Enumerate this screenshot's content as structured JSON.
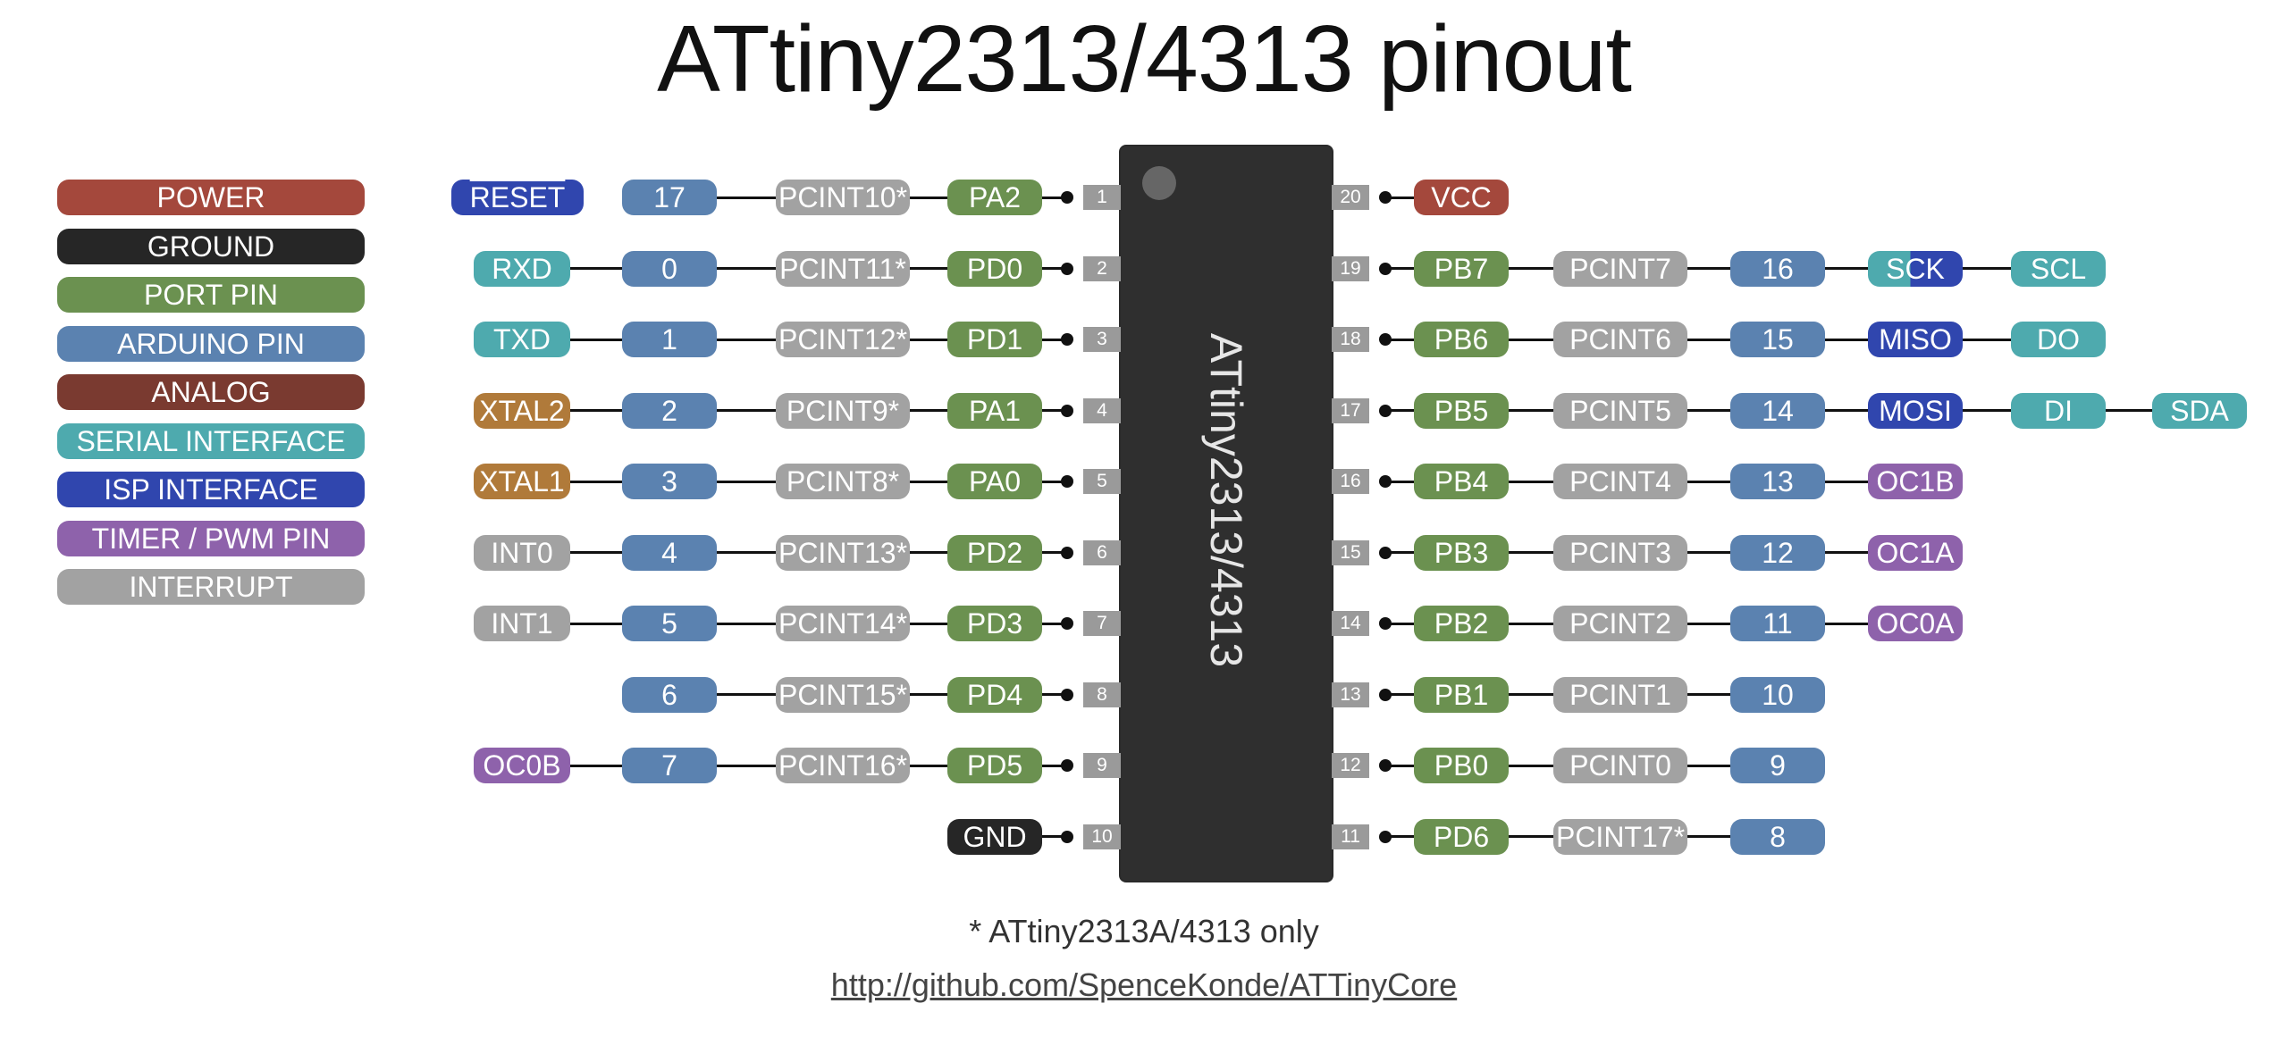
{
  "title": "ATtiny2313/4313 pinout",
  "chip_label": "ATtiny2313/4313",
  "footnote": "* ATtiny2313A/4313 only",
  "link": "http://github.com/SpenceKonde/ATTinyCore",
  "colors": {
    "power": "#a4483c",
    "ground": "#262626",
    "port": "#6b9150",
    "arduino": "#5b82b0",
    "analog": "#7a3a30",
    "serial": "#4eaaae",
    "isp": "#3046ae",
    "timer": "#8e62ab",
    "interrupt": "#a2a2a2",
    "xtal": "#b07a3a"
  },
  "legend": [
    {
      "label": "POWER",
      "color": "power"
    },
    {
      "label": "GROUND",
      "color": "ground"
    },
    {
      "label": "PORT PIN",
      "color": "port"
    },
    {
      "label": "ARDUINO PIN",
      "color": "arduino"
    },
    {
      "label": "ANALOG",
      "color": "analog"
    },
    {
      "label": "SERIAL INTERFACE",
      "color": "serial"
    },
    {
      "label": "ISP INTERFACE",
      "color": "isp"
    },
    {
      "label": "TIMER / PWM PIN",
      "color": "timer"
    },
    {
      "label": "INTERRUPT",
      "color": "interrupt"
    }
  ],
  "left_pins": [
    {
      "pin": "1",
      "port": "PA2",
      "pcint": "PCINT10*",
      "arduino": "17",
      "func": "RESET",
      "func_color": "isp"
    },
    {
      "pin": "2",
      "port": "PD0",
      "pcint": "PCINT11*",
      "arduino": "0",
      "func": "RXD",
      "func_color": "serial"
    },
    {
      "pin": "3",
      "port": "PD1",
      "pcint": "PCINT12*",
      "arduino": "1",
      "func": "TXD",
      "func_color": "serial"
    },
    {
      "pin": "4",
      "port": "PA1",
      "pcint": "PCINT9*",
      "arduino": "2",
      "func": "XTAL2",
      "func_color": "xtal"
    },
    {
      "pin": "5",
      "port": "PA0",
      "pcint": "PCINT8*",
      "arduino": "3",
      "func": "XTAL1",
      "func_color": "xtal"
    },
    {
      "pin": "6",
      "port": "PD2",
      "pcint": "PCINT13*",
      "arduino": "4",
      "func": "INT0",
      "func_color": "interrupt"
    },
    {
      "pin": "7",
      "port": "PD3",
      "pcint": "PCINT14*",
      "arduino": "5",
      "func": "INT1",
      "func_color": "interrupt"
    },
    {
      "pin": "8",
      "port": "PD4",
      "pcint": "PCINT15*",
      "arduino": "6",
      "func": "",
      "func_color": ""
    },
    {
      "pin": "9",
      "port": "PD5",
      "pcint": "PCINT16*",
      "arduino": "7",
      "func": "OC0B",
      "func_color": "timer"
    },
    {
      "pin": "10",
      "port": "GND",
      "port_color": "ground",
      "pcint": "",
      "arduino": "",
      "func": "",
      "func_color": ""
    }
  ],
  "right_pins": [
    {
      "pin": "20",
      "port": "VCC",
      "port_color": "power",
      "pcint": "",
      "arduino": "",
      "extra": []
    },
    {
      "pin": "19",
      "port": "PB7",
      "pcint": "PCINT7",
      "arduino": "16",
      "extra": [
        {
          "label": "SCK",
          "color": "isp",
          "split": "serial"
        },
        {
          "label": "SCL",
          "color": "serial"
        }
      ]
    },
    {
      "pin": "18",
      "port": "PB6",
      "pcint": "PCINT6",
      "arduino": "15",
      "extra": [
        {
          "label": "MISO",
          "color": "isp"
        },
        {
          "label": "DO",
          "color": "serial"
        }
      ]
    },
    {
      "pin": "17",
      "port": "PB5",
      "pcint": "PCINT5",
      "arduino": "14",
      "extra": [
        {
          "label": "MOSI",
          "color": "isp"
        },
        {
          "label": "DI",
          "color": "serial"
        },
        {
          "label": "SDA",
          "color": "serial"
        }
      ]
    },
    {
      "pin": "16",
      "port": "PB4",
      "pcint": "PCINT4",
      "arduino": "13",
      "extra": [
        {
          "label": "OC1B",
          "color": "timer"
        }
      ]
    },
    {
      "pin": "15",
      "port": "PB3",
      "pcint": "PCINT3",
      "arduino": "12",
      "extra": [
        {
          "label": "OC1A",
          "color": "timer"
        }
      ]
    },
    {
      "pin": "14",
      "port": "PB2",
      "pcint": "PCINT2",
      "arduino": "11",
      "extra": [
        {
          "label": "OC0A",
          "color": "timer"
        }
      ]
    },
    {
      "pin": "13",
      "port": "PB1",
      "pcint": "PCINT1",
      "arduino": "10",
      "extra": []
    },
    {
      "pin": "12",
      "port": "PB0",
      "pcint": "PCINT0",
      "arduino": "9",
      "extra": []
    },
    {
      "pin": "11",
      "port": "PD6",
      "pcint": "PCINT17*",
      "arduino": "8",
      "extra": []
    }
  ]
}
